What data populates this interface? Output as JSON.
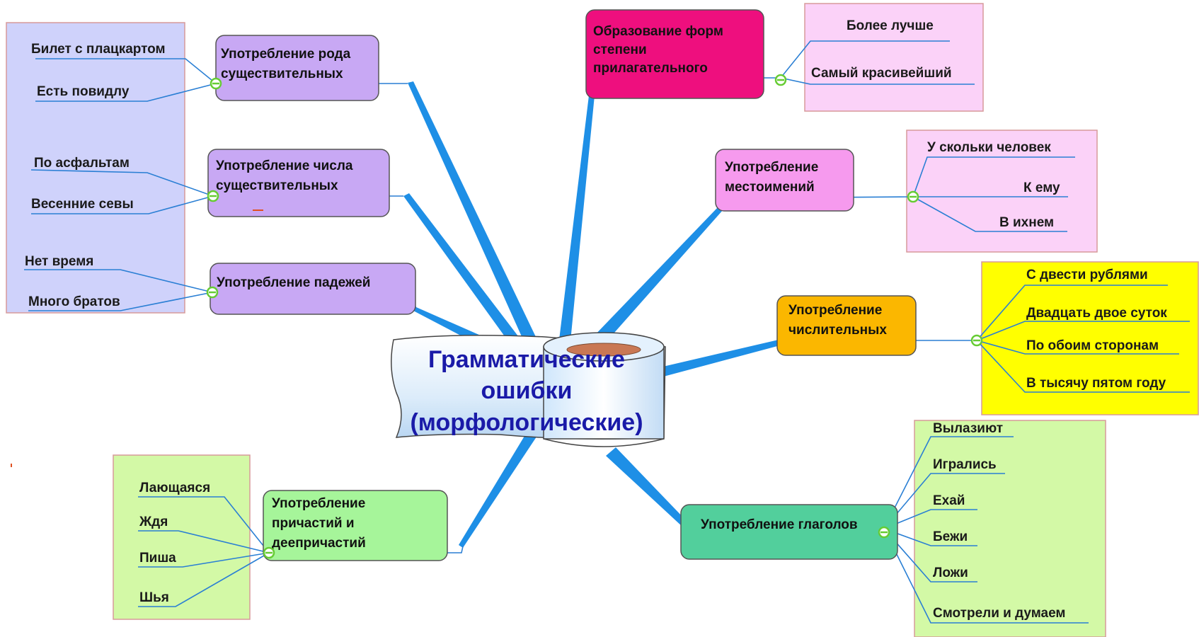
{
  "center": {
    "lines": [
      "Грамматические",
      "ошибки",
      "(морфологические)"
    ]
  },
  "colors": {
    "trunk": "#1e8fe6",
    "line": "#2a7fd4",
    "leaf_line": "#1f6fc0",
    "connector": "#66cc33"
  },
  "branches": [
    {
      "id": "rod",
      "topic": [
        "Употребление рода",
        "существительных"
      ],
      "topic_color": "#c8a8f4",
      "group_color": "#cfd2fb",
      "leaves": [
        "Билет с плацкартом",
        "Есть повидлу"
      ]
    },
    {
      "id": "chislo",
      "topic": [
        "Употребление числа",
        "существительных"
      ],
      "topic_color": "#c8a8f4",
      "group_color": "#cfd2fb",
      "leaves": [
        "По асфальтам",
        "Весенние севы"
      ]
    },
    {
      "id": "padezh",
      "topic": [
        "Употребление падежей"
      ],
      "topic_color": "#c8a8f4",
      "group_color": "#cfd2fb",
      "leaves": [
        "Нет время",
        "Много братов"
      ]
    },
    {
      "id": "prichast",
      "topic": [
        "Употребление",
        "причастий и",
        "деепричастий"
      ],
      "topic_color": "#a6f59a",
      "group_color": "#d3f9a6",
      "leaves": [
        "Лающаяся",
        "Ждя",
        "Пиша",
        "Шья"
      ]
    },
    {
      "id": "prilag",
      "topic": [
        "Образование форм",
        "степени",
        "прилагательного"
      ],
      "topic_color": "#ee0f7e",
      "group_color": "#fbd2f8",
      "leaves": [
        "Более лучше",
        "Самый красивейший"
      ]
    },
    {
      "id": "mestoim",
      "topic": [
        "Употребление",
        "местоимений"
      ],
      "topic_color": "#f69aee",
      "group_color": "#fbd2f8",
      "leaves": [
        "У скольки человек",
        "К ему",
        "В ихнем"
      ]
    },
    {
      "id": "chislit",
      "topic": [
        "Употребление",
        "числительных"
      ],
      "topic_color": "#fbb700",
      "group_color": "#ffff00",
      "leaves": [
        "С двести рублями",
        "Двадцать двое суток",
        "По обоим сторонам",
        "В тысячу пятом году"
      ]
    },
    {
      "id": "glagol",
      "topic": [
        "Употребление глаголов"
      ],
      "topic_color": "#52cf9c",
      "group_color": "#d3f9a6",
      "leaves": [
        "Вылазиют",
        "Игрались",
        "Ехай",
        "Бежи",
        "Ложи",
        "Смотрели и думаем"
      ]
    }
  ]
}
